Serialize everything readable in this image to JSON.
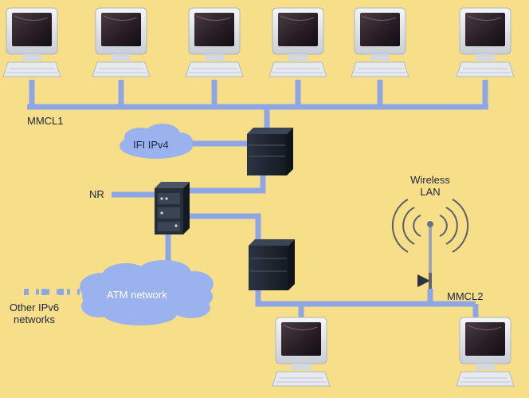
{
  "labels": {
    "mmcl1": "MMCL1",
    "ifi_ipv4": "IFI IPv4",
    "nr": "NR",
    "wireless_line1": "Wireless",
    "wireless_line2": "LAN",
    "atm_network": "ATM network",
    "mmcl2": "MMCL2",
    "other_line1": "Other IPv6",
    "other_line2": "networks"
  },
  "colors": {
    "background": "#f7df8a",
    "link": "#8ea6e6",
    "cloud": "#9ab2ee",
    "device": "#1e2631",
    "monitor_body": "#e9ecf0",
    "screen": "#2a2230"
  },
  "icons": {
    "workstation": "computer-monitor-icon",
    "switch": "network-switch-icon",
    "router": "router-icon",
    "antenna": "wireless-antenna-icon",
    "cloud": "cloud-icon"
  }
}
